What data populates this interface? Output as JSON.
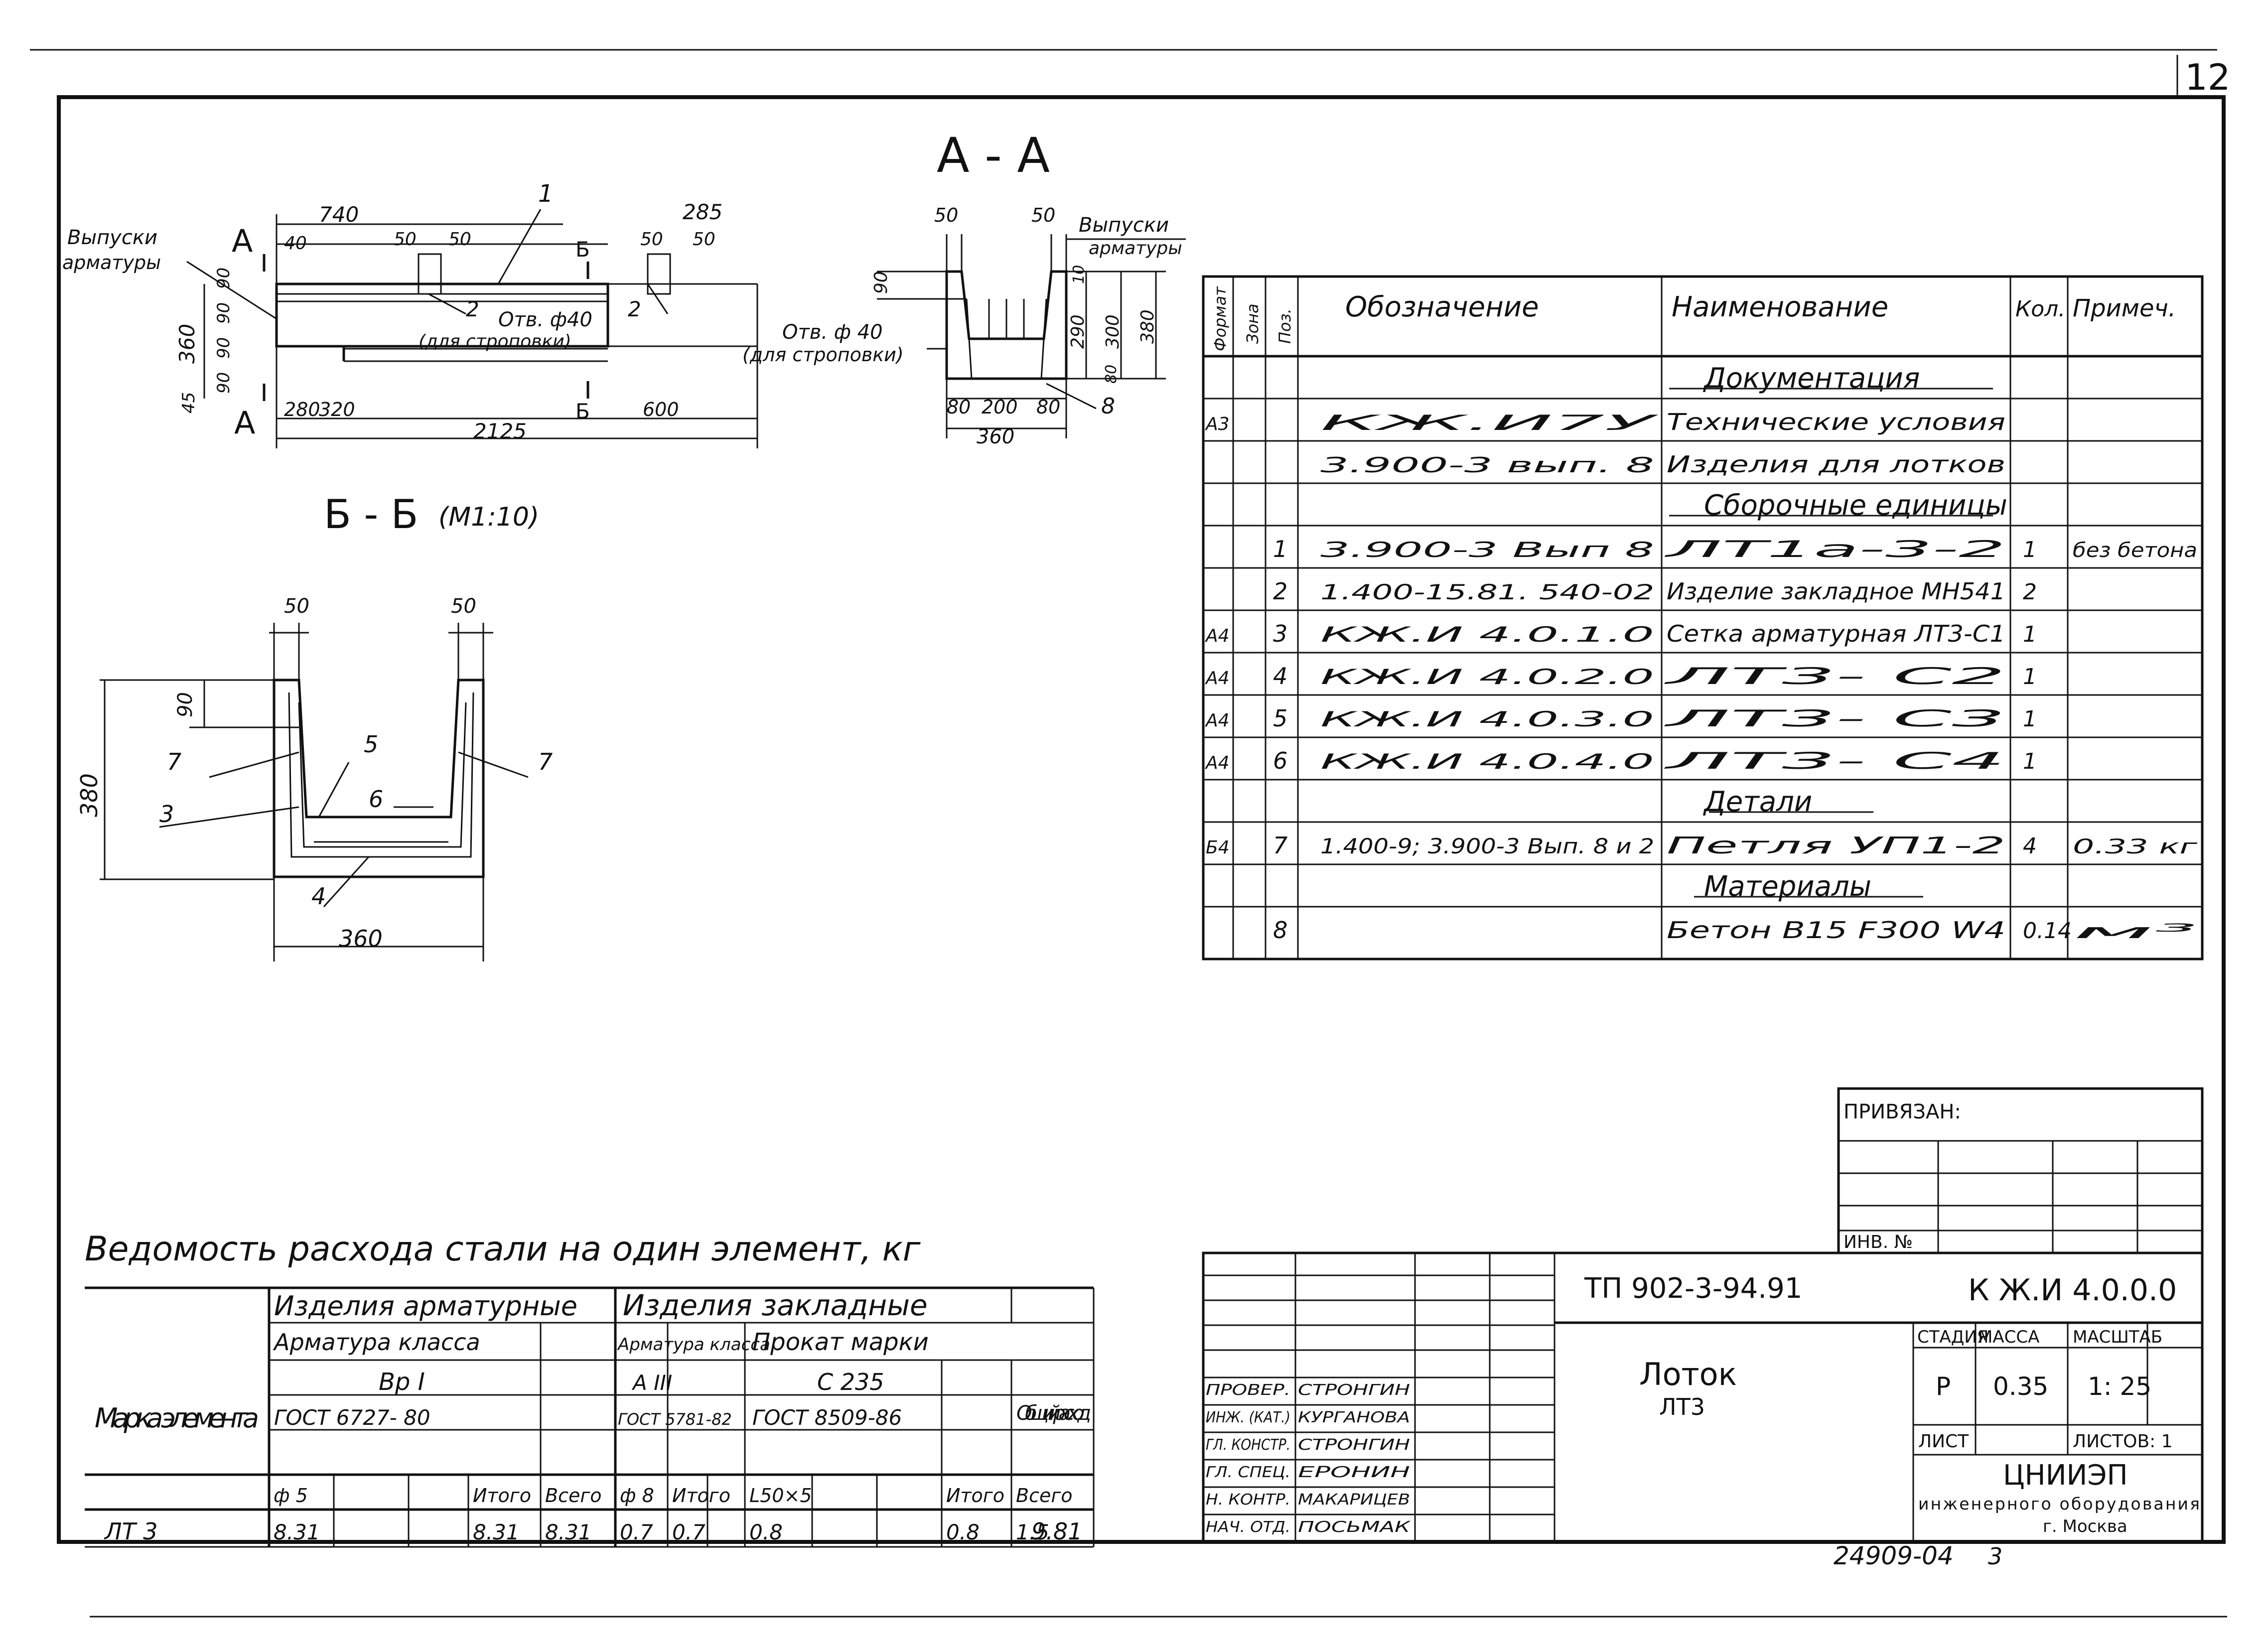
{
  "sheet_number": "12",
  "section_aa": {
    "title": "А - А",
    "plan_dims": [
      "740",
      "40",
      "50",
      "50",
      "285",
      "50",
      "50",
      "360",
      "90",
      "90",
      "90",
      "90",
      "45",
      "280",
      "320",
      "600",
      "2125"
    ],
    "leader_1": "1",
    "leader_2a": "2",
    "leader_2b": "2",
    "section_b_mark": "Б",
    "section_a_mark": "А",
    "label_vypuski": "Выпуски",
    "label_armatury": "арматуры",
    "label_otv_plan": "Отв. ф40",
    "label_dlya_strop_plan": "(для строповки)",
    "label_otv_sec": "Отв. ф 40",
    "label_dlya_strop_sec": "(для строповки)",
    "label_vypuski_sec": "Выпуски",
    "label_armatury_sec": "арматуры",
    "section_dims": [
      "50",
      "50",
      "90",
      "10",
      "290",
      "300",
      "380",
      "80",
      "80",
      "200",
      "80",
      "360"
    ],
    "leader_8": "8"
  },
  "section_bb": {
    "title": "Б - Б",
    "scale": "(М1:10)",
    "dims": [
      "50",
      "50",
      "90",
      "380",
      "360"
    ],
    "labels": [
      "7",
      "5",
      "7",
      "3",
      "6",
      "4"
    ]
  },
  "spec_table": {
    "headers": [
      "Формат",
      "Зона",
      "Поз.",
      "Обозначение",
      "Наименование",
      "Кол.",
      "Примеч."
    ],
    "rows": [
      {
        "format": "",
        "zone": "",
        "pos": "",
        "designation": "",
        "name": "Документация",
        "qty": "",
        "note": "",
        "section": true
      },
      {
        "format": "А3",
        "zone": "",
        "pos": "",
        "designation": "КЖ.И7У",
        "name": "Технические условия",
        "qty": "",
        "note": ""
      },
      {
        "format": "",
        "zone": "",
        "pos": "",
        "designation": "3.900-3 вып. 8",
        "name": "Изделия для лотков",
        "qty": "",
        "note": ""
      },
      {
        "format": "",
        "zone": "",
        "pos": "",
        "designation": "",
        "name": "Сборочные единицы",
        "qty": "",
        "note": "",
        "section": true
      },
      {
        "format": "",
        "zone": "",
        "pos": "1",
        "designation": "3.900-3 Вып 8",
        "name": "ЛТ1а-3-2",
        "qty": "1",
        "note": "без бетона"
      },
      {
        "format": "",
        "zone": "",
        "pos": "2",
        "designation": "1.400-15.81. 540-02",
        "name": "Изделие закладное МН541",
        "qty": "2",
        "note": ""
      },
      {
        "format": "А4",
        "zone": "",
        "pos": "3",
        "designation": "КЖ.И 4.0.1.0",
        "name": "Сетка арматурная ЛТ3-С1",
        "qty": "1",
        "note": ""
      },
      {
        "format": "А4",
        "zone": "",
        "pos": "4",
        "designation": "КЖ.И 4.0.2.0",
        "name": "ЛТ3- С2",
        "qty": "1",
        "note": ""
      },
      {
        "format": "А4",
        "zone": "",
        "pos": "5",
        "designation": "КЖ.И 4.0.3.0",
        "name": "ЛТ3- С3",
        "qty": "1",
        "note": ""
      },
      {
        "format": "А4",
        "zone": "",
        "pos": "6",
        "designation": "КЖ.И 4.0.4.0",
        "name": "ЛТ3- С4",
        "qty": "1",
        "note": ""
      },
      {
        "format": "",
        "zone": "",
        "pos": "",
        "designation": "",
        "name": "Детали",
        "qty": "",
        "note": "",
        "section": true
      },
      {
        "format": "Б4",
        "zone": "",
        "pos": "7",
        "designation": "1.400-9; 3.900-3 Вып. 8 и 2",
        "name": "Петля   УП1-2",
        "qty": "4",
        "note": "0.33 кг"
      },
      {
        "format": "",
        "zone": "",
        "pos": "",
        "designation": "",
        "name": "Материалы",
        "qty": "",
        "note": "",
        "section": true
      },
      {
        "format": "",
        "zone": "",
        "pos": "8",
        "designation": "",
        "name": "Бетон В15 F300 W4",
        "qty": "0.14",
        "note": "м³"
      }
    ]
  },
  "steel_table": {
    "title": "Ведомость расхода стали на один элемент, кг",
    "group_armatura": "Изделия арматурные",
    "group_zaklad": "Изделия закладные",
    "arm_class_label": "Арматура класса",
    "arm_class_value": "Вр I",
    "arm_gost": "ГОСТ 6727- 80",
    "zak_arm_class_label": "Арматура класса",
    "zak_arm_class_value": "А III",
    "zak_arm_gost": "ГОСТ 5781-82",
    "prokat_label": "Прокат марки",
    "prokat_value": "С 235",
    "prokat_gost": "ГОСТ 8509-86",
    "marka_label": "Марка элемента",
    "total_label": "Общий расход",
    "subheaders": [
      "ф 5",
      "",
      "",
      "Итого",
      "Всего",
      "ф 8",
      "Итого",
      "L50×5",
      "",
      "",
      "Итого",
      "Всего"
    ],
    "row": {
      "mark": "ЛТ 3",
      "cells": [
        "8.31",
        "",
        "",
        "8.31",
        "8.31",
        "0.7",
        "0.7",
        "0.8",
        "",
        "",
        "0.8",
        "1.5"
      ],
      "total": "9.81"
    }
  },
  "privyazan": {
    "label": "ПРИВЯЗАН:",
    "inv_label": "ИНВ. №"
  },
  "title_block": {
    "doc_code": "ТП 902-3-94.91",
    "sheet_code": "К Ж.И 4.0.0.0",
    "item_name": "Лоток",
    "item_mark": "ЛТ3",
    "stage_label": "СТАДИЯ",
    "mass_label": "МАССА",
    "scale_label": "МАСШТАБ",
    "stage": "Р",
    "mass": "0.35",
    "scale": "1: 25",
    "sheet_label": "ЛИСТ",
    "sheets_label": "ЛИСТОВ: 1",
    "org_name": "ЦНИИЭП",
    "org_sub": "инженерного оборудования",
    "org_city": "г. Москва",
    "signers": [
      {
        "role": "ПРОВЕР.",
        "name": "СТРОНГИН"
      },
      {
        "role": "ИНЖ. (КАТ.)",
        "name": "КУРГАНОВА"
      },
      {
        "role": "ГЛ. КОНСТР.",
        "name": "СТРОНГИН"
      },
      {
        "role": "ГЛ. СПЕЦ.",
        "name": "ЕРОНИН"
      },
      {
        "role": "Н. КОНТР.",
        "name": "МАКАРИЦЕВ"
      },
      {
        "role": "НАЧ. ОТД.",
        "name": "ПОСЬМАК"
      }
    ]
  },
  "archive_number": "24909-04",
  "archive_page": "3"
}
